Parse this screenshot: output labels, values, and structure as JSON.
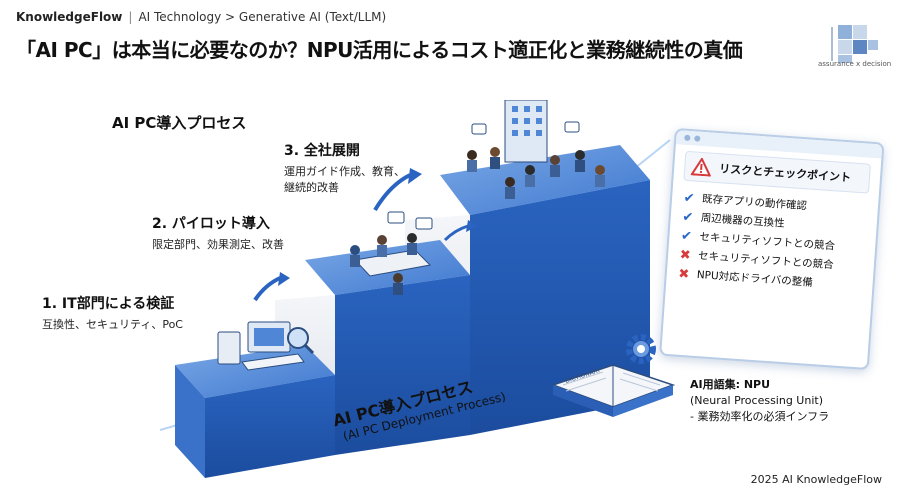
{
  "header": {
    "brand": "KnowledgeFlow",
    "separator": "|",
    "breadcrumb": "AI Technology > Generative AI (Text/LLM)"
  },
  "title": "「AI PC」は本当に必要なのか？NPU活用によるコスト適正化と業務継続性の真価",
  "logo": {
    "caption": "assurance x decision",
    "icon": "puzzle-grid-logo",
    "colors": [
      "#8fb0d8",
      "#c9d7ea",
      "#5d86c2",
      "#a9c2e2"
    ]
  },
  "process": {
    "heading": "AI PC導入プロセス",
    "steps": [
      {
        "title": "1. IT部門による検証",
        "desc": "互換性、セキュリティ、PoC"
      },
      {
        "title": "2. パイロット導入",
        "desc": "限定部門、効果測定、改善"
      },
      {
        "title": "3. 全社展開",
        "desc_line1": "運用ガイド作成、教育、",
        "desc_line2": "継続的改善"
      }
    ],
    "caption_main": "AI PC導入プロセス",
    "caption_sub": "(AI PC Deployment Process)"
  },
  "risk": {
    "title": "リスクとチェックポイント",
    "items": [
      {
        "status": "ok",
        "label": "既存アプリの動作確認"
      },
      {
        "status": "ok",
        "label": "周辺機器の互換性"
      },
      {
        "status": "ok",
        "label": "セキュリティソフトとの競合"
      },
      {
        "status": "ng",
        "label": "セキュリティソフトとの競合"
      },
      {
        "status": "ng",
        "label": "NPU対応ドライバの整備"
      }
    ]
  },
  "book": {
    "label": "DICTIONARY"
  },
  "glossary": {
    "title": "AI用語集: NPU",
    "line1": "(Neural Processing Unit)",
    "line2": "- 業務効率化の必須インフラ"
  },
  "footer": "2025 AI KnowledgeFlow",
  "colors": {
    "accent": "#2a67c8",
    "stair_top": "#5b8ed8",
    "stair_side": "#1f56b0",
    "warn": "#d73a3a"
  }
}
